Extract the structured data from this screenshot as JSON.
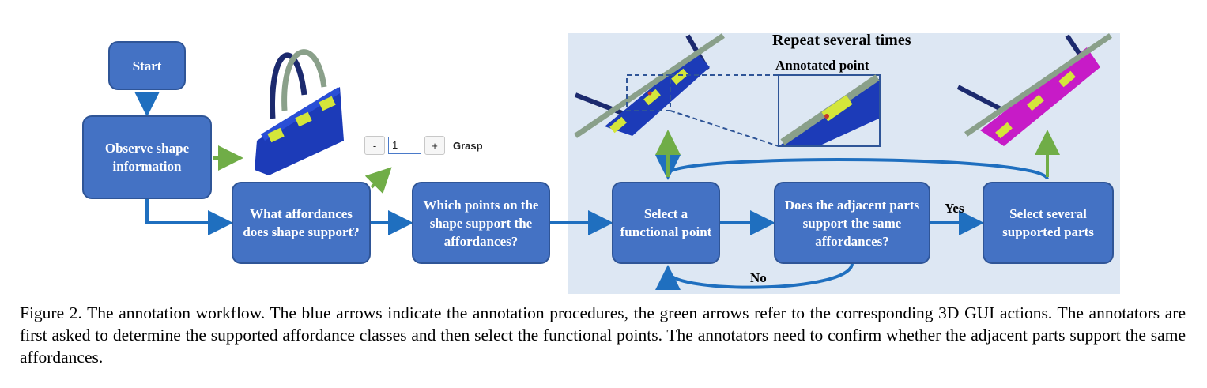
{
  "boxes": {
    "start": "Start",
    "observe": "Observe shape information",
    "what_affordances": "What affordances does shape support?",
    "which_points": "Which points on the shape support the affordances?",
    "select_point": "Select a functional point",
    "adjacent_parts": "Does the adjacent parts support the same affordances?",
    "select_parts": "Select several supported parts"
  },
  "labels": {
    "repeat": "Repeat several times",
    "annotated_point": "Annotated point",
    "yes": "Yes",
    "no": "No"
  },
  "gui": {
    "minus": "-",
    "value": "1",
    "plus": "+",
    "affordance": "Grasp"
  },
  "colors": {
    "box_fill": "#4472c4",
    "box_border": "#2f5597",
    "flow_arrow": "#1f6fbf",
    "gui_arrow": "#70ad47",
    "region_bg": "#dde7f3"
  },
  "caption": "Figure 2. The annotation workflow. The blue arrows indicate the annotation procedures, the green arrows refer to the corresponding 3D GUI actions. The annotators are first asked to determine the supported affordance classes and then select the functional points. The annotators need to confirm whether the adjacent parts support the same affordances."
}
